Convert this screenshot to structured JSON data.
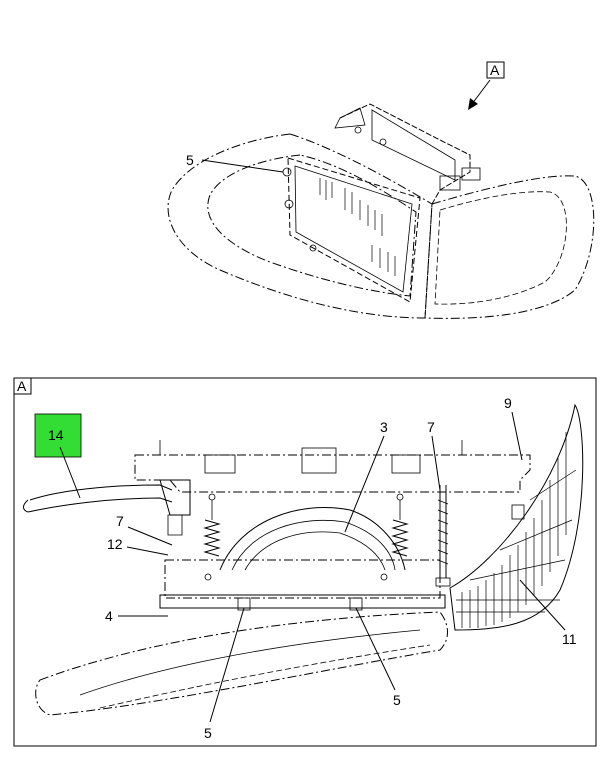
{
  "view_labels": {
    "top_view": "A",
    "detail_view": "A"
  },
  "callouts": {
    "top_5": "5",
    "wire_14": "14",
    "c3": "3",
    "c7_left": "7",
    "c7_right": "7",
    "c9": "9",
    "c12": "12",
    "c4": "4",
    "c5_left": "5",
    "c5_right": "5",
    "c11": "11"
  },
  "colors": {
    "highlight": "#33dd33",
    "line": "#000000",
    "background": "#ffffff"
  }
}
